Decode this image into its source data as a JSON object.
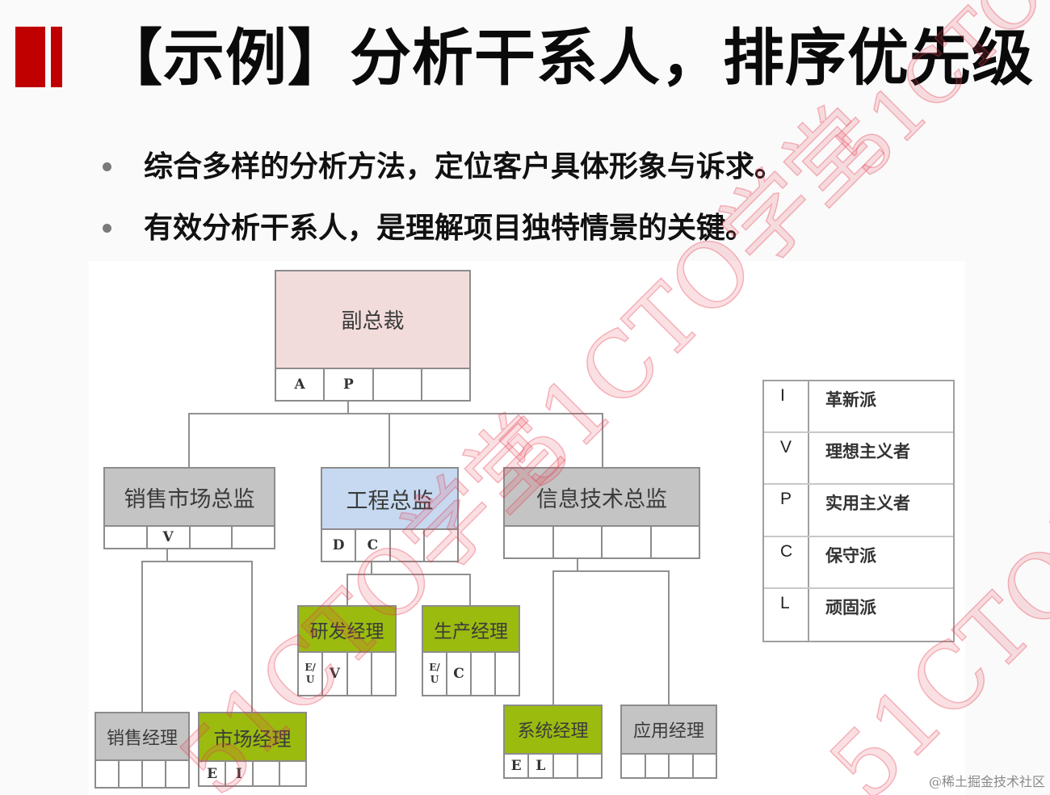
{
  "slide": {
    "title": "【示例】分析干系人，排序优先级",
    "accent_color": "#c00000",
    "bullets": [
      "综合多样的分析方法，定位客户具体形象与诉求。",
      "有效分析干系人，是理解项目独特情景的关键。"
    ]
  },
  "org_chart": {
    "nodes": {
      "vp": {
        "label": "副总裁",
        "color": "#f2dcdb",
        "cells": [
          "A",
          "P",
          "",
          ""
        ]
      },
      "sales_marketing_director": {
        "label": "销售市场总监",
        "color": "#c4c4c4",
        "cells": [
          "",
          "V",
          "",
          ""
        ]
      },
      "engineering_director": {
        "label": "工程总监",
        "color": "#c6d9f1",
        "cells": [
          "D",
          "C",
          "",
          ""
        ]
      },
      "it_director": {
        "label": "信息技术总监",
        "color": "#c4c4c4",
        "cells": [
          "",
          "",
          "",
          ""
        ]
      },
      "rd_manager": {
        "label": "研发经理",
        "color": "#9bbb0f",
        "cells": [
          "E/\nU",
          "V",
          "",
          ""
        ]
      },
      "production_manager": {
        "label": "生产经理",
        "color": "#9bbb0f",
        "cells": [
          "E/\nU",
          "C",
          "",
          ""
        ]
      },
      "sales_manager": {
        "label": "销售经理",
        "color": "#c4c4c4",
        "cells": [
          "",
          "",
          "",
          ""
        ]
      },
      "marketing_manager": {
        "label": "市场经理",
        "color": "#9bbb0f",
        "cells": [
          "E",
          "I",
          "",
          ""
        ]
      },
      "systems_manager": {
        "label": "系统经理",
        "color": "#9bbb0f",
        "cells": [
          "E",
          "L",
          "",
          ""
        ]
      },
      "application_manager": {
        "label": "应用经理",
        "color": "#c4c4c4",
        "cells": [
          "",
          "",
          "",
          ""
        ]
      }
    },
    "edges": [
      [
        "vp",
        "sales_marketing_director"
      ],
      [
        "vp",
        "engineering_director"
      ],
      [
        "vp",
        "it_director"
      ],
      [
        "sales_marketing_director",
        "sales_manager"
      ],
      [
        "sales_marketing_director",
        "marketing_manager"
      ],
      [
        "engineering_director",
        "rd_manager"
      ],
      [
        "engineering_director",
        "production_manager"
      ],
      [
        "it_director",
        "systems_manager"
      ],
      [
        "it_director",
        "application_manager"
      ]
    ]
  },
  "legend": [
    {
      "key": "I",
      "value": "革新派"
    },
    {
      "key": "V",
      "value": "理想主义者"
    },
    {
      "key": "P",
      "value": "实用主义者"
    },
    {
      "key": "C",
      "value": "保守派"
    },
    {
      "key": "L",
      "value": "顽固派"
    }
  ],
  "watermarks": [
    "51CTO学堂",
    "51CTO学堂",
    "51CTO学堂",
    "51CTO学堂"
  ],
  "credit": "@稀土掘金技术社区"
}
